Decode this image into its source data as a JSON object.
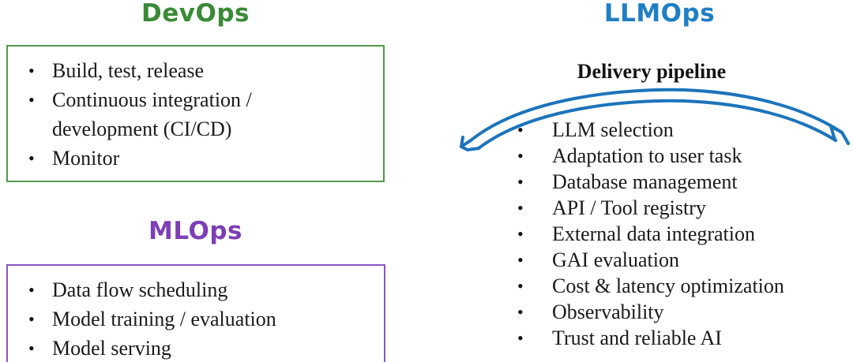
{
  "colors": {
    "devops": "#3a8a36",
    "devops_border": "#4f9a4a",
    "mlops": "#7d3fb5",
    "mlops_border": "#8e53c0",
    "llmops": "#1f7fc4",
    "arrow": "#1c74bb",
    "text": "#1a1a1a",
    "background": "#ffffff"
  },
  "devops": {
    "title": "DevOps",
    "items": [
      "Build, test, release",
      "Continuous integration /\ndevelopment (CI/CD)",
      "Monitor"
    ]
  },
  "mlops": {
    "title": "MLOps",
    "items": [
      "Data flow scheduling",
      "Model training / evaluation",
      "Model serving"
    ]
  },
  "llmops": {
    "title": "LLMOps",
    "pipeline_heading": "Delivery pipeline",
    "arrow_label": "delivery-pipeline-arrow",
    "items": [
      "LLM selection",
      "Adaptation to user task",
      "Database management",
      "API / Tool registry",
      "External data integration",
      "GAI evaluation",
      "Cost & latency optimization",
      "Observability",
      "Trust and reliable AI"
    ]
  }
}
